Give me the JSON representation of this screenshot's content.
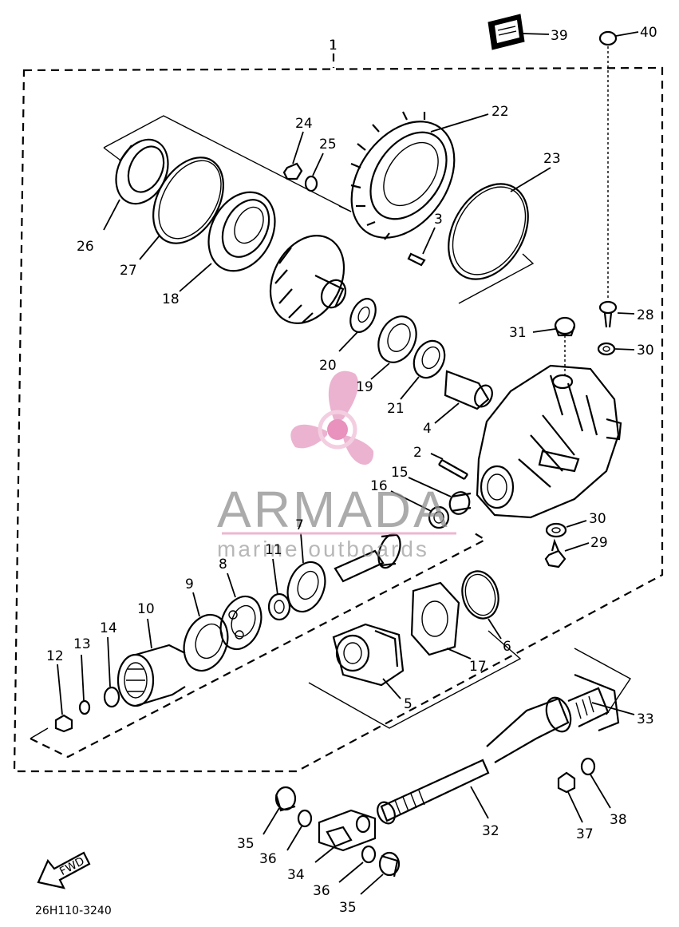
{
  "diagram": {
    "part_labels": [
      {
        "id": "1",
        "text": "1"
      },
      {
        "id": "2",
        "text": "2"
      },
      {
        "id": "3",
        "text": "3"
      },
      {
        "id": "4",
        "text": "4"
      },
      {
        "id": "5",
        "text": "5"
      },
      {
        "id": "6",
        "text": "6"
      },
      {
        "id": "7",
        "text": "7"
      },
      {
        "id": "8",
        "text": "8"
      },
      {
        "id": "9",
        "text": "9"
      },
      {
        "id": "10",
        "text": "10"
      },
      {
        "id": "11",
        "text": "11"
      },
      {
        "id": "12",
        "text": "12"
      },
      {
        "id": "13",
        "text": "13"
      },
      {
        "id": "14",
        "text": "14"
      },
      {
        "id": "15",
        "text": "15"
      },
      {
        "id": "16",
        "text": "16"
      },
      {
        "id": "17",
        "text": "17"
      },
      {
        "id": "18",
        "text": "18"
      },
      {
        "id": "19",
        "text": "19"
      },
      {
        "id": "20",
        "text": "20"
      },
      {
        "id": "21",
        "text": "21"
      },
      {
        "id": "22",
        "text": "22"
      },
      {
        "id": "23",
        "text": "23"
      },
      {
        "id": "24",
        "text": "24"
      },
      {
        "id": "25",
        "text": "25"
      },
      {
        "id": "26",
        "text": "26"
      },
      {
        "id": "27",
        "text": "27"
      },
      {
        "id": "28",
        "text": "28"
      },
      {
        "id": "29",
        "text": "29"
      },
      {
        "id": "30a",
        "text": "30"
      },
      {
        "id": "30b",
        "text": "30"
      },
      {
        "id": "31",
        "text": "31"
      },
      {
        "id": "32",
        "text": "32"
      },
      {
        "id": "33",
        "text": "33"
      },
      {
        "id": "34",
        "text": "34"
      },
      {
        "id": "35a",
        "text": "35"
      },
      {
        "id": "35b",
        "text": "35"
      },
      {
        "id": "36a",
        "text": "36"
      },
      {
        "id": "36b",
        "text": "36"
      },
      {
        "id": "37",
        "text": "37"
      },
      {
        "id": "38",
        "text": "38"
      },
      {
        "id": "39",
        "text": "39"
      },
      {
        "id": "40",
        "text": "40"
      }
    ],
    "drawing_code": "26H110-3240",
    "fwd_arrow_text": "FWD"
  },
  "watermark": {
    "brand": "ARMADA",
    "tagline": "marine outboards",
    "logo_color": "#e8a6c8",
    "logo_ring_color": "#f2c6dc"
  }
}
